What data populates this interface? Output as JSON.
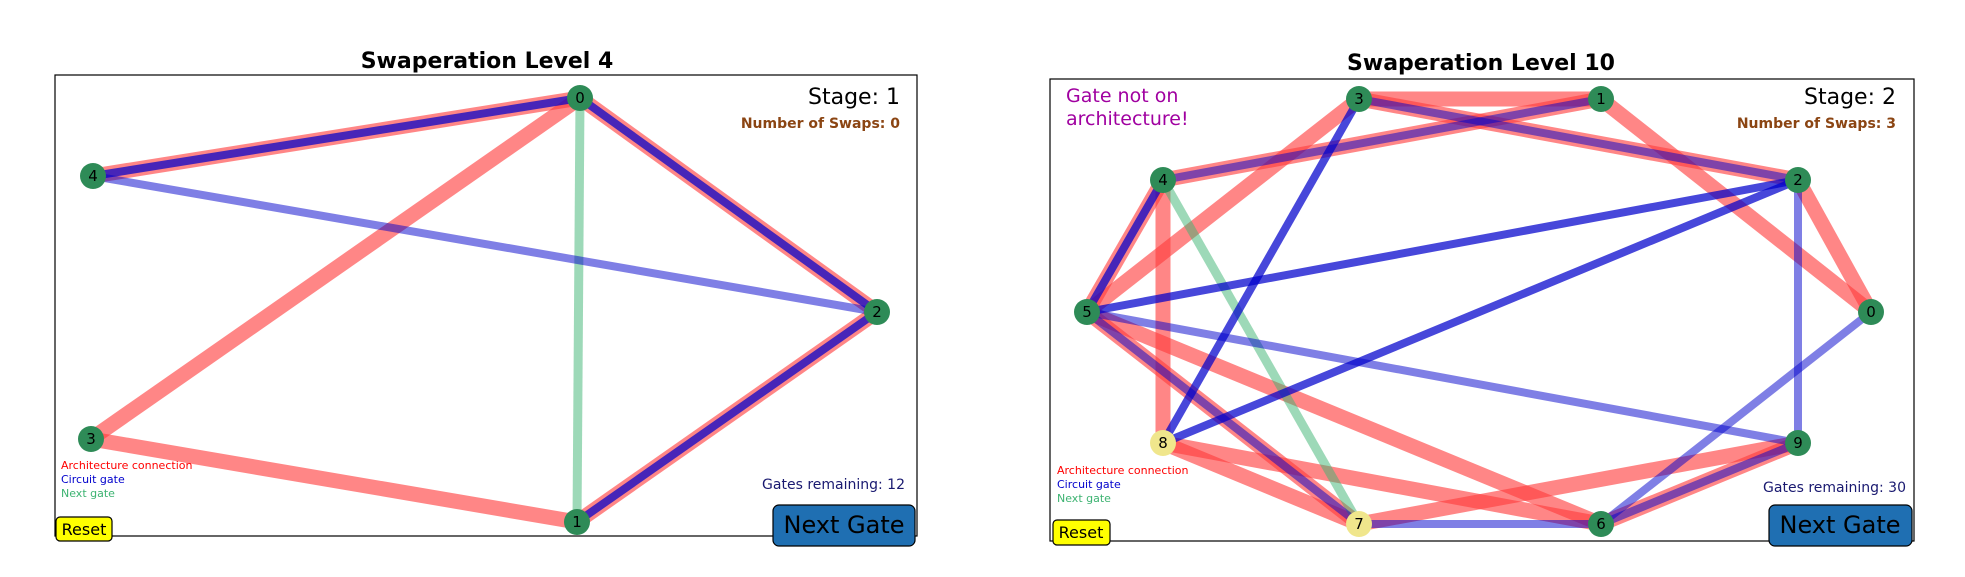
{
  "colors": {
    "architecture": "#ff3b3b",
    "circuit": "#0000cc",
    "next_gate": "#3cb371",
    "node_default": "#2e8b57",
    "node_highlight": "#f0e68c",
    "next_button": "#1f6fb2",
    "reset_button": "#ffff00",
    "swaps_text": "#8B4513",
    "remaining_text": "#191970",
    "warning_text": "#a000a0"
  },
  "legend": {
    "architecture": "Architecture connection",
    "circuit": "Circuit gate",
    "next": "Next gate"
  },
  "panels": [
    {
      "title": "Swaperation Level 4",
      "stage": "Stage: 1",
      "swaps": "Number of Swaps: 0",
      "remaining": "Gates remaining: 12",
      "warning": "",
      "next_button": "Next Gate",
      "reset_button": "Reset",
      "nodes": [
        {
          "id": "0",
          "highlight": false
        },
        {
          "id": "1",
          "highlight": false
        },
        {
          "id": "2",
          "highlight": false
        },
        {
          "id": "3",
          "highlight": false
        },
        {
          "id": "4",
          "highlight": false
        }
      ],
      "architecture_edges": [
        [
          "0",
          "4"
        ],
        [
          "0",
          "2"
        ],
        [
          "0",
          "3"
        ],
        [
          "3",
          "1"
        ],
        [
          "1",
          "2"
        ]
      ],
      "circuit_gates": [
        {
          "a": "0",
          "b": "4",
          "strong": true
        },
        {
          "a": "0",
          "b": "2",
          "strong": true
        },
        {
          "a": "1",
          "b": "2",
          "strong": true
        },
        {
          "a": "4",
          "b": "2",
          "strong": false
        }
      ],
      "next_gate": [
        "0",
        "1"
      ]
    },
    {
      "title": "Swaperation Level 10",
      "stage": "Stage: 2",
      "swaps": "Number of Swaps: 3",
      "remaining": "Gates remaining: 30",
      "warning": "Gate not on architecture!",
      "warning_lines": [
        "Gate not on",
        "architecture!"
      ],
      "next_button": "Next Gate",
      "reset_button": "Reset",
      "nodes": [
        {
          "id": "0",
          "highlight": false
        },
        {
          "id": "1",
          "highlight": false
        },
        {
          "id": "2",
          "highlight": false
        },
        {
          "id": "3",
          "highlight": false
        },
        {
          "id": "4",
          "highlight": false
        },
        {
          "id": "5",
          "highlight": false
        },
        {
          "id": "6",
          "highlight": false
        },
        {
          "id": "7",
          "highlight": true
        },
        {
          "id": "8",
          "highlight": true
        },
        {
          "id": "9",
          "highlight": false
        }
      ],
      "architecture_edges": [
        [
          "3",
          "1"
        ],
        [
          "3",
          "2"
        ],
        [
          "1",
          "4"
        ],
        [
          "1",
          "0"
        ],
        [
          "2",
          "0"
        ],
        [
          "3",
          "5"
        ],
        [
          "4",
          "5"
        ],
        [
          "4",
          "8"
        ],
        [
          "5",
          "7"
        ],
        [
          "5",
          "6"
        ],
        [
          "8",
          "7"
        ],
        [
          "8",
          "6"
        ],
        [
          "7",
          "9"
        ],
        [
          "6",
          "9"
        ]
      ],
      "circuit_gates": [
        {
          "a": "3",
          "b": "8",
          "strong": true
        },
        {
          "a": "5",
          "b": "2",
          "strong": true
        },
        {
          "a": "8",
          "b": "2",
          "strong": true
        },
        {
          "a": "4",
          "b": "5",
          "strong": true
        },
        {
          "a": "3",
          "b": "2",
          "strong": false
        },
        {
          "a": "4",
          "b": "1",
          "strong": false
        },
        {
          "a": "5",
          "b": "7",
          "strong": false
        },
        {
          "a": "5",
          "b": "9",
          "strong": false
        },
        {
          "a": "2",
          "b": "9",
          "strong": false
        },
        {
          "a": "0",
          "b": "6",
          "strong": false
        },
        {
          "a": "7",
          "b": "6",
          "strong": false
        },
        {
          "a": "6",
          "b": "9",
          "strong": false
        }
      ],
      "next_gate": [
        "4",
        "7"
      ]
    }
  ]
}
